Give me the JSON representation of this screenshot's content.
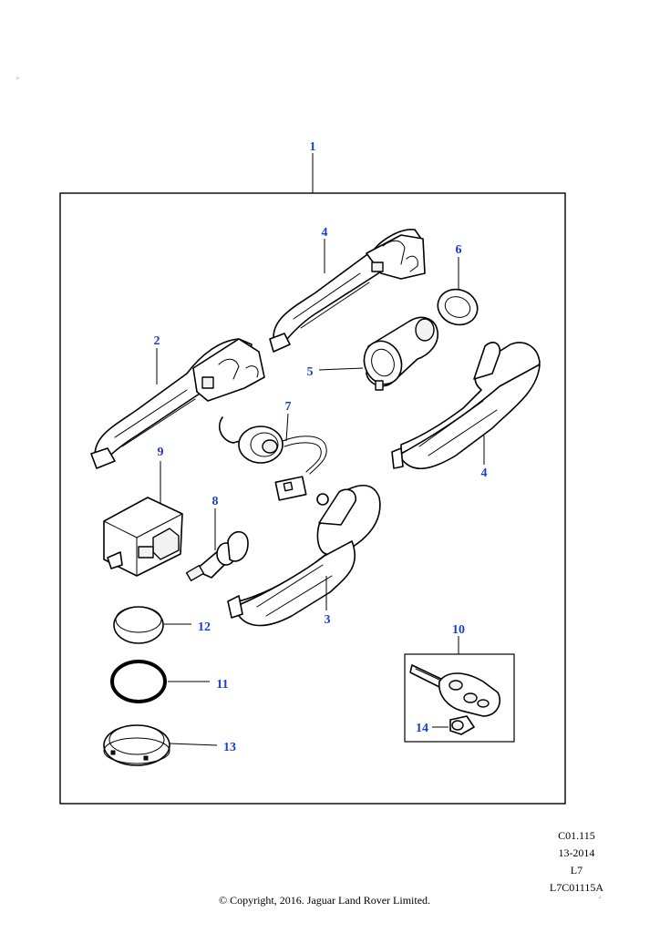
{
  "callouts": {
    "c1": "1",
    "c2": "2",
    "c3": "3",
    "c4a": "4",
    "c4b": "4",
    "c5": "5",
    "c6": "6",
    "c7": "7",
    "c8": "8",
    "c9": "9",
    "c10": "10",
    "c11": "11",
    "c12": "12",
    "c13": "13",
    "c14": "14"
  },
  "reference": {
    "code": "C01.115",
    "date": "13-2014",
    "level": "L7",
    "illustration_id": "L7C01115A"
  },
  "copyright": "© Copyright, 2016. Jaguar Land Rover Limited.",
  "colors": {
    "callout": "#1a3fd0",
    "line": "#000000",
    "background": "#ffffff"
  }
}
